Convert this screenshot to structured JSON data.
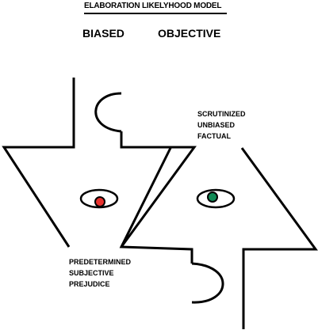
{
  "title": "ELABORATION LIKELYHOOD MODEL",
  "headings": {
    "left": "BIASED",
    "right": "OBJECTIVE"
  },
  "objective_traits": [
    "SCRUTINIZED",
    "UNBIASED",
    "FACTUAL"
  ],
  "biased_traits": [
    "PREDETERMINED",
    "SUBJECTIVE",
    "PREJUDICE"
  ],
  "colors": {
    "line": "#000000",
    "biased_iris": "#e8322e",
    "objective_iris": "#0f8a55",
    "background": "#ffffff"
  },
  "icons": {
    "biased_figure": "downward-arrow-face",
    "objective_figure": "upward-arrow-face",
    "biased_eye": "eye-icon",
    "objective_eye": "eye-icon"
  }
}
